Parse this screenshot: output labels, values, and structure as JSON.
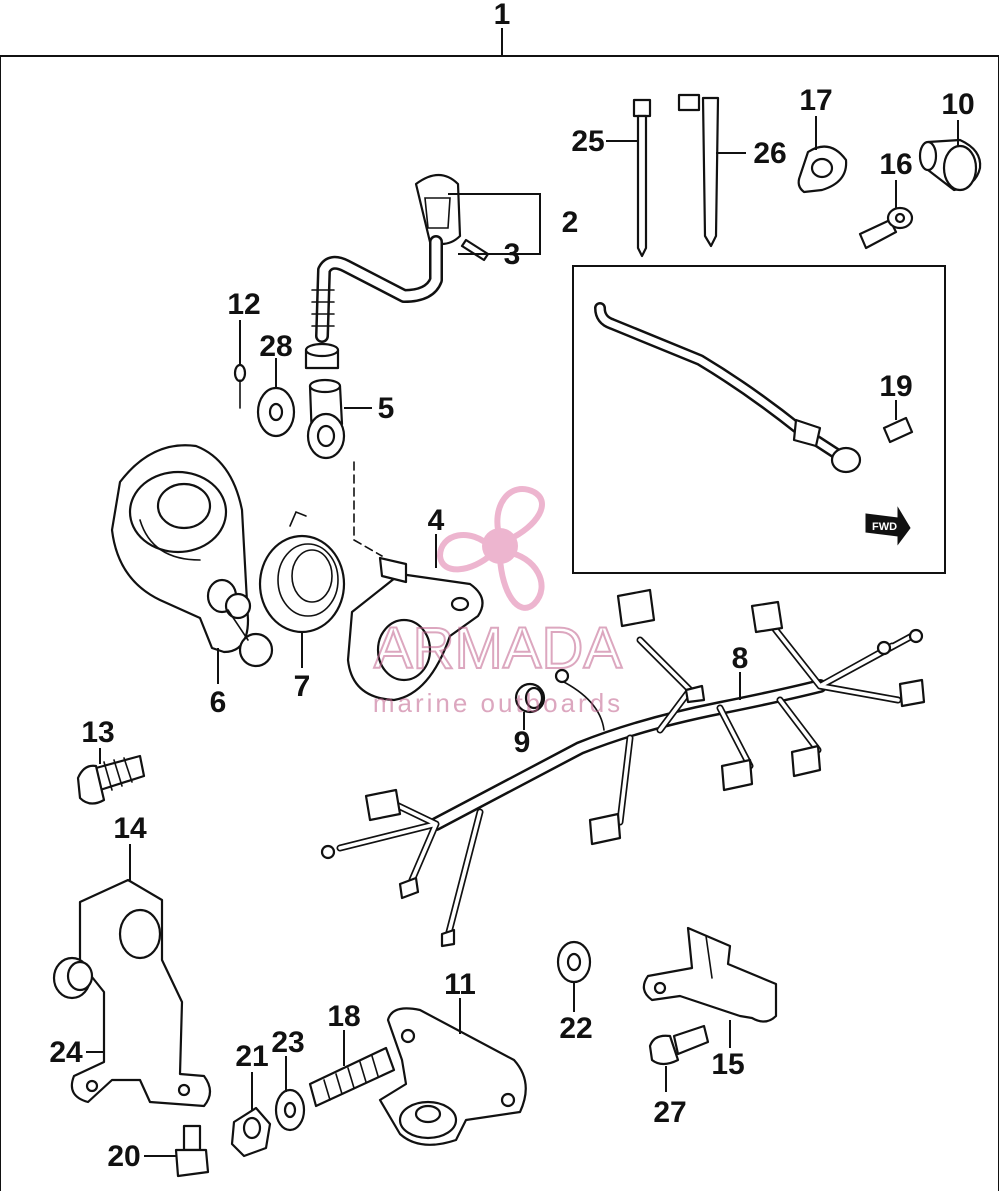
{
  "diagram": {
    "assembly_number": "1",
    "callouts": {
      "c2": "2",
      "c3": "3",
      "c4": "4",
      "c5": "5",
      "c6": "6",
      "c7": "7",
      "c8": "8",
      "c9": "9",
      "c10": "10",
      "c11": "11",
      "c12": "12",
      "c13": "13",
      "c14": "14",
      "c15": "15",
      "c16": "16",
      "c17": "17",
      "c18": "18",
      "c19": "19",
      "c20": "20",
      "c21": "21",
      "c22": "22",
      "c23": "23",
      "c24": "24",
      "c25": "25",
      "c26": "26",
      "c27": "27",
      "c28": "28"
    },
    "inset_arrow_label": "FWD"
  },
  "watermark": {
    "brand": "ARMADA",
    "tagline": "marine outboards",
    "color": "#e07aa8"
  }
}
